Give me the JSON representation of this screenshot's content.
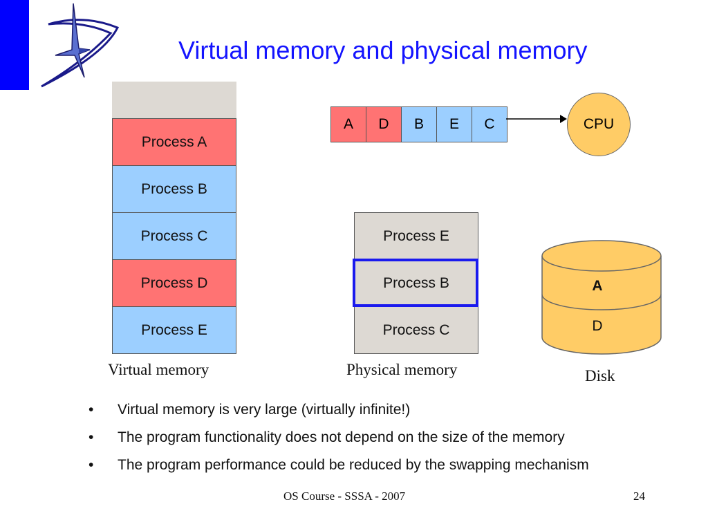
{
  "slide": {
    "title": "Virtual memory and physical memory",
    "footer_text": "OS Course - SSSA - 2007",
    "page_number": "24"
  },
  "virtual_memory": {
    "caption": "Virtual memory",
    "blocks": [
      {
        "label": "Process A",
        "color": "#ff7373"
      },
      {
        "label": "Process B",
        "color": "#9ccfff"
      },
      {
        "label": "Process C",
        "color": "#9ccfff"
      },
      {
        "label": "Process D",
        "color": "#ff7373"
      },
      {
        "label": "Process E",
        "color": "#9ccfff"
      }
    ]
  },
  "physical_memory": {
    "caption": "Physical memory",
    "blocks": [
      {
        "label": "Process E"
      },
      {
        "label": "Process B",
        "highlighted": true
      },
      {
        "label": "Process C"
      }
    ]
  },
  "queue": {
    "cells": [
      {
        "label": "A",
        "color": "#ff7373"
      },
      {
        "label": "D",
        "color": "#ff7373"
      },
      {
        "label": "B",
        "color": "#9ccfff"
      },
      {
        "label": "E",
        "color": "#9ccfff"
      },
      {
        "label": "C",
        "color": "#9ccfff"
      }
    ]
  },
  "cpu": {
    "label": "CPU",
    "color": "#ffcc66"
  },
  "disk": {
    "caption": "Disk",
    "top_label": "A",
    "bottom_label": "D",
    "color": "#ffcc66"
  },
  "bullets": [
    "Virtual memory is very large (virtually infinite!)",
    "The program functionality does not depend on the size of the memory",
    "The program performance could be reduced by the swapping mechanism"
  ],
  "colors": {
    "title": "#1414ff",
    "logo_bar": "#0000ff",
    "highlight_border": "#1a1aee"
  }
}
